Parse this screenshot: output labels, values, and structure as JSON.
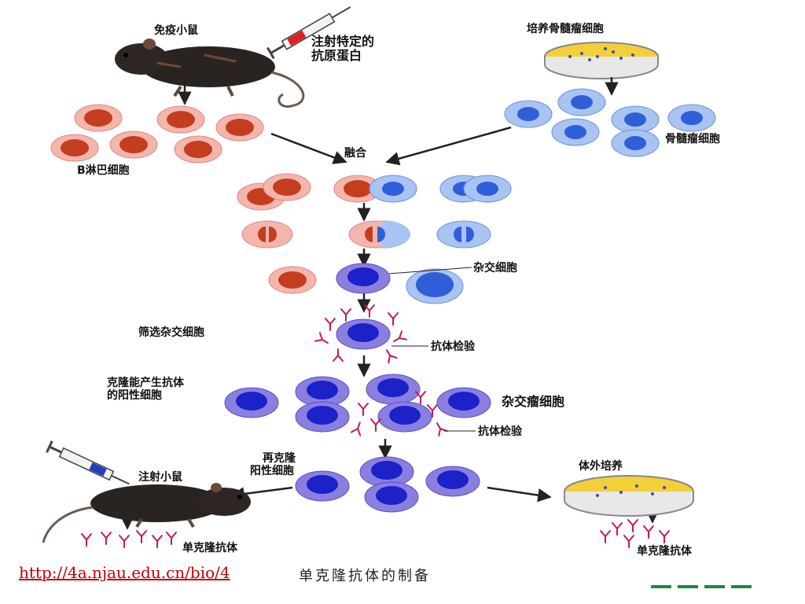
{
  "labels": {
    "immunized_mouse": "免疫小鼠",
    "inject_antigen_1": "注射特定的",
    "inject_antigen_2": "抗原蛋白",
    "culture_myeloma": "培养骨髓瘤细胞",
    "b_lymphocyte": "B淋巴细胞",
    "myeloma_cell": "骨髓瘤细胞",
    "fusion": "融合",
    "hybrid_cell": "杂交细胞",
    "screen_hybrid": "筛选杂交细胞",
    "antibody_test_1": "抗体检验",
    "clone_positive_1": "克隆能产生抗体",
    "clone_positive_2": "的阳性细胞",
    "hybridoma": "杂交瘤细胞",
    "antibody_test_2": "抗体检验",
    "reclone_1": "再克隆",
    "reclone_2": "阳性细胞",
    "inject_mouse": "注射小鼠",
    "in_vitro_culture": "体外培养",
    "mab_left": "单克隆抗体",
    "mab_right": "单克隆抗体"
  },
  "footer": {
    "url": "http://4a.njau.edu.cn/bio/4",
    "caption": "单克隆抗体的制备"
  },
  "colors": {
    "b_cell_outer": "#f4b5ad",
    "b_cell_nucleus": "#c43d1e",
    "myeloma_outer": "#a9c3f2",
    "myeloma_nucleus": "#2f5fd8",
    "hybrid_outer": "#8a7fe0",
    "hybrid_nucleus": "#1a22c8",
    "antibody": "#c2185b",
    "dish_medium": "#f3cf3a",
    "url": "#c40000",
    "nav": "#1d8a3a"
  }
}
